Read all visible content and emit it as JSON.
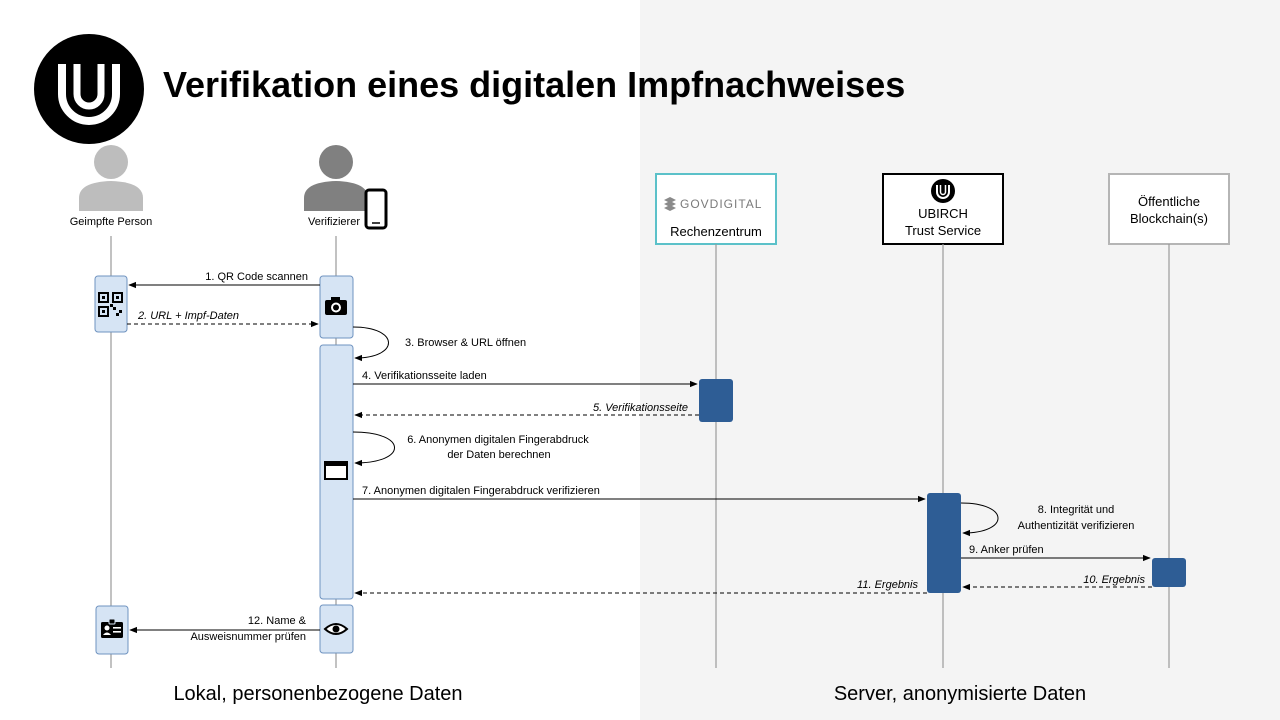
{
  "title": "Verifikation eines digitalen Impfnachweises",
  "zones": {
    "left": "Lokal, personenbezogene Daten",
    "right": "Server, anonymisierte Daten"
  },
  "actors": {
    "person": "Geimpfte Person",
    "verifier": "Verifizierer",
    "govdigital_logo": "GOVDIGITAL",
    "datacenter": "Rechenzentrum",
    "ubirch_line1": "UBIRCH",
    "ubirch_line2": "Trust Service",
    "blockchain_line1": "Öffentliche",
    "blockchain_line2": "Blockchain(s)"
  },
  "steps": {
    "s1": "1. QR Code scannen",
    "s2": "2. URL + Impf-Daten",
    "s3": "3. Browser & URL öffnen",
    "s4": "4. Verifikationsseite laden",
    "s5": "5. Verifikationsseite",
    "s6a": "6. Anonymen  digitalen Fingerabdruck",
    "s6b": "der Daten berechnen",
    "s7": "7. Anonymen  digitalen Fingerabdruck verifizieren",
    "s8a": "8. Integrität und",
    "s8b": "Authentizität verifizieren",
    "s9": "9. Anker prüfen",
    "s10": "10. Ergebnis",
    "s11": "11. Ergebnis",
    "s12a": "12. Name &",
    "s12b": "Ausweisnummer prüfen"
  },
  "icons": {
    "logo": "ubirch-logo-icon",
    "person": "person-icon",
    "verifier": "person-icon",
    "phone": "smartphone-icon",
    "qr": "qr-code-icon",
    "camera": "camera-icon",
    "browser": "browser-window-icon",
    "eye": "eye-icon",
    "idcard": "id-card-icon"
  },
  "colors": {
    "server_zone_bg": "#f4f4f4",
    "local_activation": "#d6e4f4",
    "server_activation": "#2e5d95",
    "govdigital_border": "#5bc1c9",
    "blockchain_border": "#b5b5b5",
    "person_gray": "#bdbdbd",
    "verifier_gray": "#808080"
  }
}
